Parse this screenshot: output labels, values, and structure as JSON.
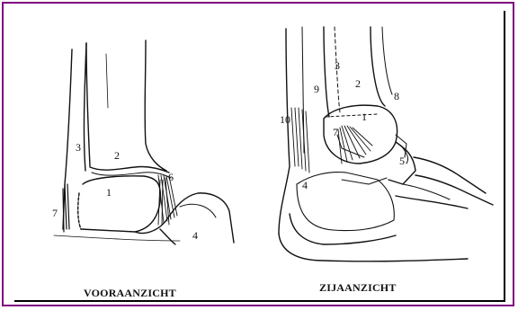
{
  "figure": {
    "border_color": "#800080",
    "captions": {
      "front": "VOORAANZICHT",
      "side": "ZIJAANZICHT"
    },
    "front_labels": [
      "3",
      "2",
      "1",
      "6",
      "7",
      "4"
    ],
    "side_labels": [
      "3",
      "2",
      "9",
      "8",
      "10",
      "1",
      "7",
      "5",
      "4"
    ]
  }
}
